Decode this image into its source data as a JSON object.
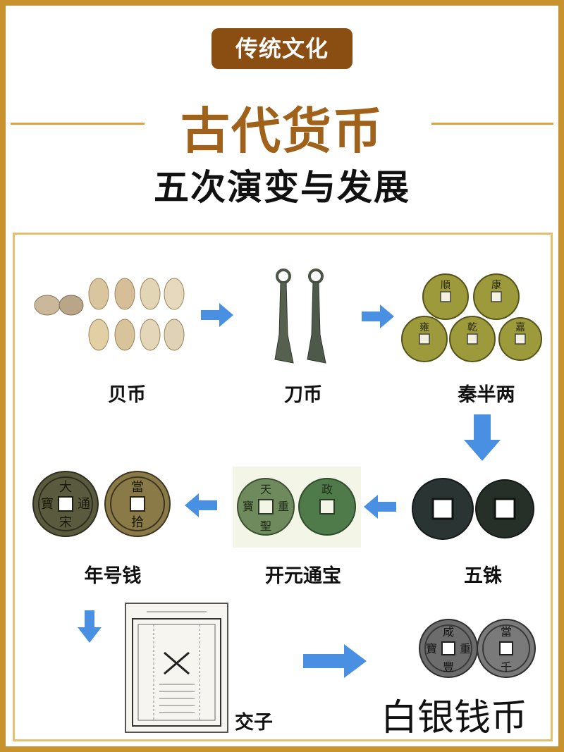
{
  "header": {
    "tag": "传统文化",
    "title": "古代货币",
    "subtitle": "五次演变与发展"
  },
  "stages": {
    "shell": "贝币",
    "knife": "刀币",
    "banliang": "秦半两",
    "wuzhu": "五铢",
    "kaiyuan": "开元通宝",
    "nianhao": "年号钱",
    "jiaozi": "交子",
    "silver": "白银钱币"
  },
  "coin_chars": {
    "qin": [
      "順",
      "康",
      "雍",
      "乾",
      "嘉"
    ],
    "nianhao": [
      "大",
      "宋",
      "通",
      "寶",
      "當",
      "拾"
    ],
    "kaiyuan": [
      "天",
      "重",
      "寶",
      "聖",
      "政"
    ],
    "silver": [
      "咸",
      "豐",
      "重",
      "寶",
      "當",
      "千"
    ]
  },
  "colors": {
    "frame": "#c8922f",
    "tag_bg": "#8a4d12",
    "title": "#a0611a",
    "arrow": "#4a90e2"
  }
}
